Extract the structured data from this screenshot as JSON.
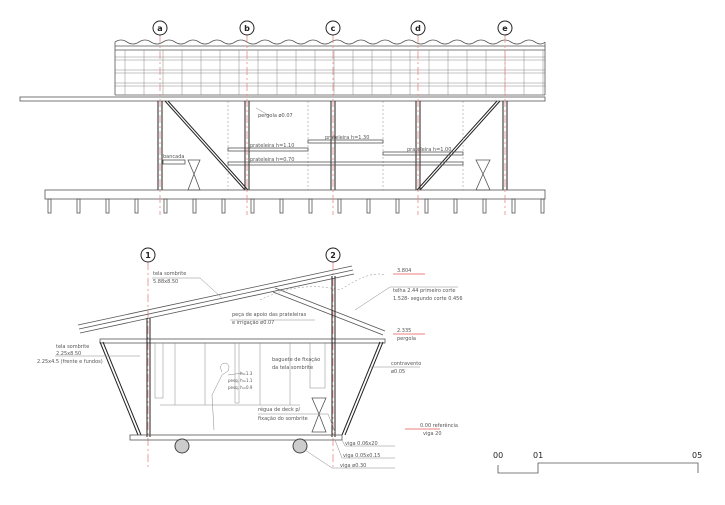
{
  "elevation": {
    "axes": [
      "a",
      "b",
      "c",
      "d",
      "e"
    ],
    "labels": {
      "pergola": "pergola ø0.07",
      "shelf_110": "prateleira h=1.10",
      "shelf_070": "prateleira h=0.70",
      "shelf_130": "prateleira h=1.30",
      "shelf_100": "prateleira h=1.00",
      "bench": "bancada"
    }
  },
  "section": {
    "axes": [
      "1",
      "2"
    ],
    "labels": {
      "tela_top_1": "tela sombrite",
      "tela_top_2": "5.88x8.50",
      "tela_side_1": "tela sombrite",
      "tela_side_2": "2.25x8.50",
      "tela_side_3": "2.25x4.5 (frente e fundos)",
      "peca_1": "peça de apoio das prateleiras",
      "peca_2": "e irrigação ø0.07",
      "telha_1": "telha 2.44 primeiro corte",
      "telha_2": "1.528- segundo corte 0.456",
      "level_3804": "3.804",
      "level_2335": "2.335",
      "level_2335_sub": "pergola",
      "bag_1": "baguete de fixação",
      "bag_2": "da tela sombrite",
      "contra_1": "contravento",
      "contra_2": "ø0.05",
      "regua_1": "régua de deck p/",
      "regua_2": "fixação do sombrite",
      "ref_1": "0.00 referência",
      "ref_2": "viga 20",
      "viga_1": "viga 0.06x20",
      "viga_2": "viga 0.05x0.15",
      "viga_3": "viga ø0.30",
      "h1": "h=1.3",
      "h2": "pesq. h=1.1",
      "h3": "pesq. h=0.9"
    }
  },
  "scale_bar": {
    "ticks": [
      "00",
      "01",
      "05"
    ]
  }
}
